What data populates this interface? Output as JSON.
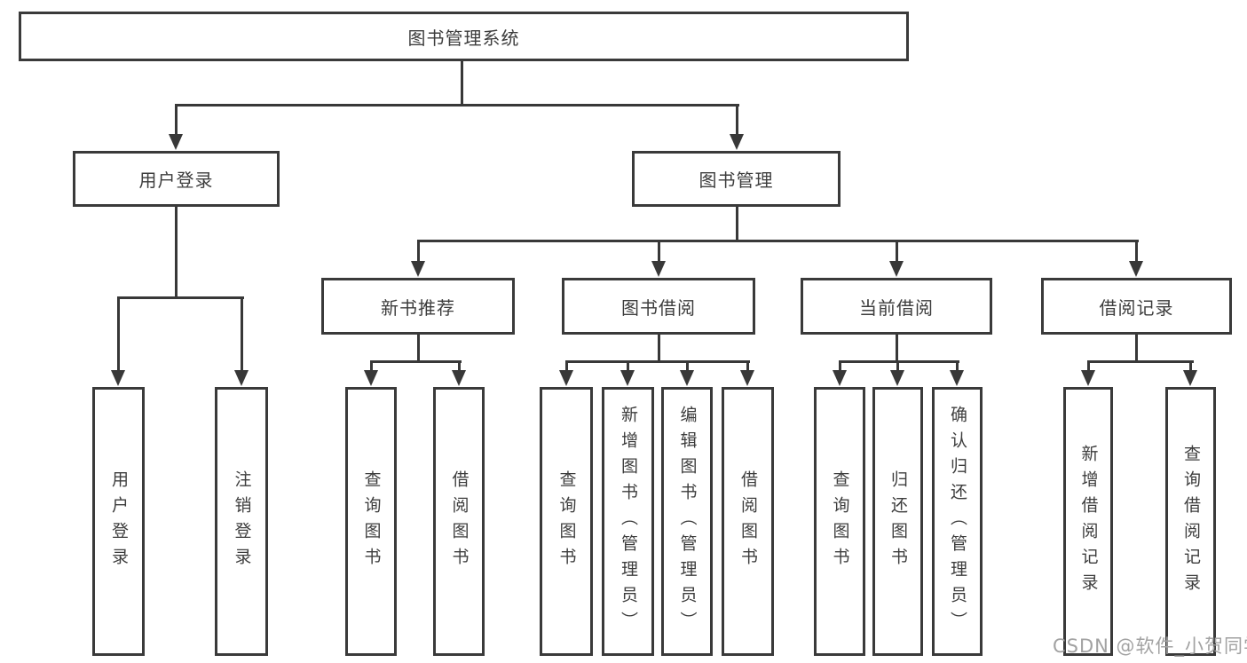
{
  "diagram": {
    "type": "hierarchy-tree",
    "colors": {
      "line": "#383838",
      "box_border": "#3a3a3a",
      "text": "#3d3d3d",
      "watermark": "#a2a2a2",
      "background": "#ffffff"
    },
    "tree": {
      "root": {
        "label": "图书管理系统"
      },
      "level2": [
        {
          "label": "用户登录"
        },
        {
          "label": "图书管理"
        }
      ],
      "level3": [
        {
          "label": "新书推荐"
        },
        {
          "label": "图书借阅"
        },
        {
          "label": "当前借阅"
        },
        {
          "label": "借阅记录"
        }
      ],
      "leaves": {
        "user_login_group": [
          {
            "label": "用户登录"
          },
          {
            "label": "注销登录"
          }
        ],
        "new_book_group": [
          {
            "label": "查询图书"
          },
          {
            "label": "借阅图书"
          }
        ],
        "book_borrow_group": [
          {
            "label": "查询图书"
          },
          {
            "label": "新增图书（管理员）"
          },
          {
            "label": "编辑图书（管理员）"
          },
          {
            "label": "借阅图书"
          }
        ],
        "current_borrow_group": [
          {
            "label": "查询图书"
          },
          {
            "label": "归还图书"
          },
          {
            "label": "确认归还（管理员）"
          }
        ],
        "record_group": [
          {
            "label": "新增借阅记录"
          },
          {
            "label": "查询借阅记录"
          }
        ]
      }
    }
  },
  "watermark": {
    "text": "CSDN @软件_小贺同学"
  }
}
